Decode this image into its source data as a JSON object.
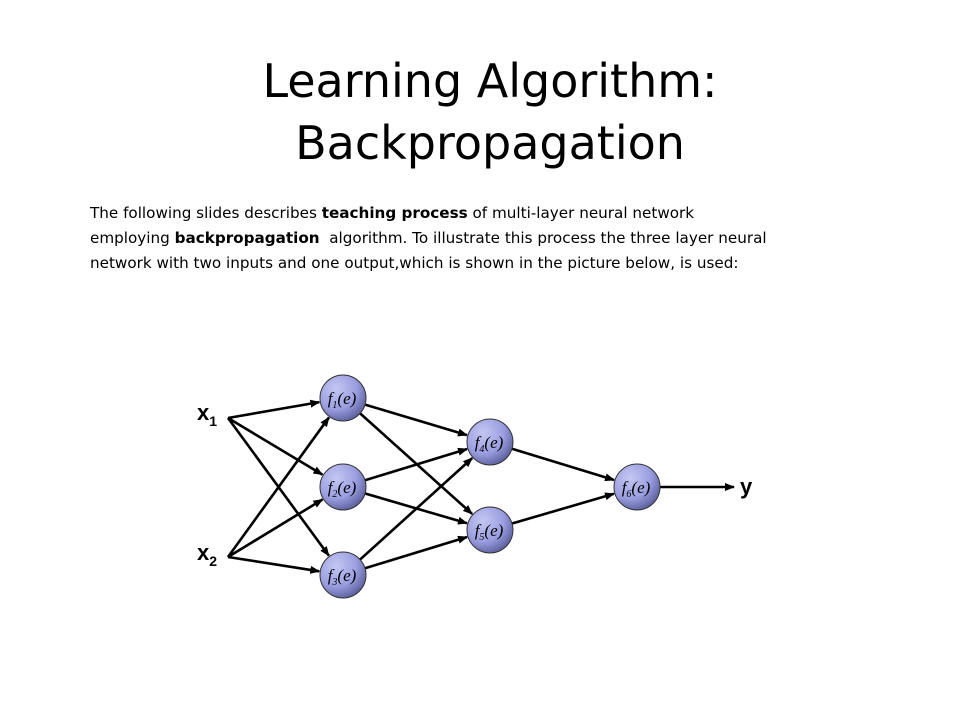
{
  "slide": {
    "title_line1": "Learning Algorithm:",
    "title_line2": "Backpropagation",
    "paragraph": {
      "line1_a": "The following slides describes ",
      "line1_b": "teaching process",
      "line1_c": " of multi-layer neural network",
      "line2_a": "employing ",
      "line2_b": "backpropagation",
      "line2_c": "  algorithm. To illustrate this process the three layer neural",
      "line3": "network with two inputs and one output,which is shown in the picture below, is used:"
    }
  },
  "diagram": {
    "inputs": [
      {
        "base": "x",
        "sub": "1"
      },
      {
        "base": "x",
        "sub": "2"
      }
    ],
    "output": "y",
    "nodes": [
      {
        "base": "f",
        "sub": "1",
        "arg": "(e)"
      },
      {
        "base": "f",
        "sub": "2",
        "arg": "(e)"
      },
      {
        "base": "f",
        "sub": "3",
        "arg": "(e)"
      },
      {
        "base": "f",
        "sub": "4",
        "arg": "(e)"
      },
      {
        "base": "f",
        "sub": "5",
        "arg": "(e)"
      },
      {
        "base": "f",
        "sub": "6",
        "arg": "(e)"
      }
    ],
    "node_color": "#9a9ee0"
  }
}
